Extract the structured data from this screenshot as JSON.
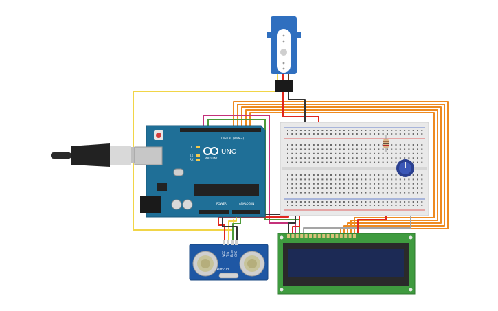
{
  "arduino": {
    "brand": "ARDUINO",
    "model": "UNO",
    "digital_header": "DIGITAL (PWM~)",
    "power_header": "POWER",
    "analog_header": "ANALOG IN",
    "led_l": "L",
    "led_tx": "TX",
    "led_rx": "RX",
    "board_color": "#1f6f97"
  },
  "ultrasonic": {
    "model": "HC-SR04",
    "pins": [
      "VCC",
      "Trig",
      "Echo",
      "GND"
    ],
    "board_color": "#1e57a4"
  },
  "lcd": {
    "pcb_color": "#3f9b3f",
    "screen_color": "#1c2a55"
  },
  "wire_colors": {
    "yellow": "#f1d548",
    "orange": "#ee8a20",
    "red": "#e0271e",
    "black": "#333333",
    "magenta": "#c4317a",
    "green": "#4d9a3a",
    "gray": "#a5a5a5"
  }
}
